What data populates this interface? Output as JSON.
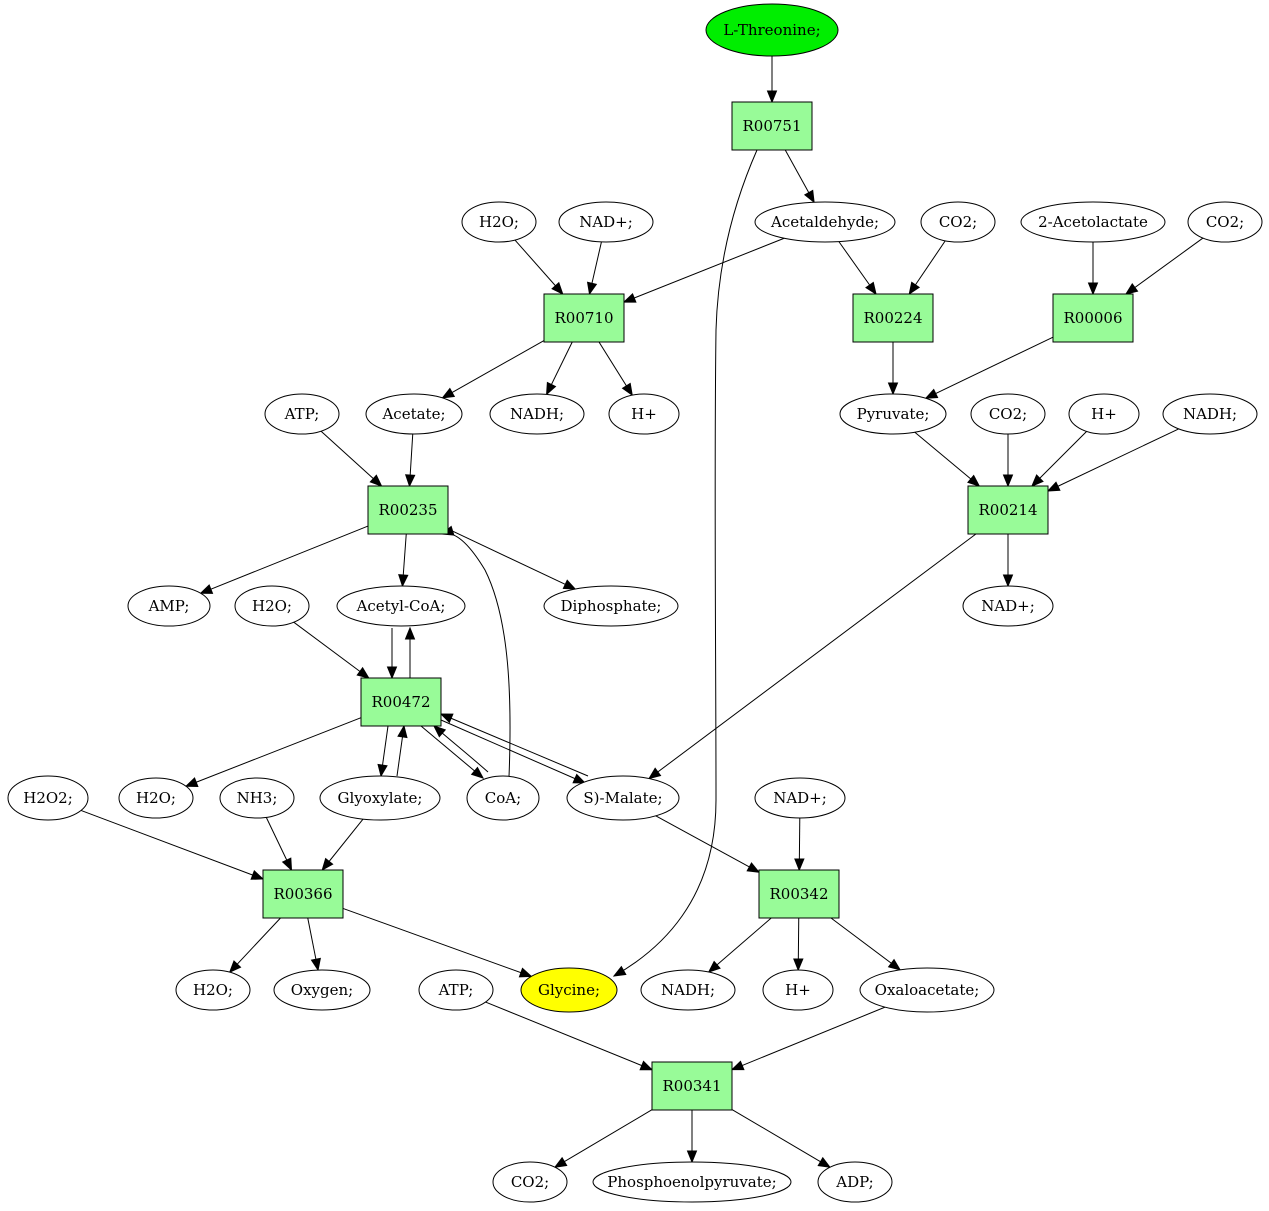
{
  "diagram": {
    "colors": {
      "start_fill": "#00ee00",
      "reaction_fill": "#98fb98",
      "target_fill": "#ffff00",
      "compound_fill": "#ffffff",
      "stroke": "#000000"
    },
    "nodes": [
      {
        "id": "thr",
        "label": "L-Threonine;",
        "kind": "start"
      },
      {
        "id": "r751",
        "label": "R00751",
        "kind": "reaction"
      },
      {
        "id": "h2o_a",
        "label": "H2O;",
        "kind": "compound"
      },
      {
        "id": "nadp_a",
        "label": "NAD+;",
        "kind": "compound"
      },
      {
        "id": "acald",
        "label": "Acetaldehyde;",
        "kind": "compound"
      },
      {
        "id": "co2_a",
        "label": "CO2;",
        "kind": "compound"
      },
      {
        "id": "aclac",
        "label": "2-Acetolactate",
        "kind": "compound"
      },
      {
        "id": "co2_b",
        "label": "CO2;",
        "kind": "compound"
      },
      {
        "id": "r710",
        "label": "R00710",
        "kind": "reaction"
      },
      {
        "id": "r224",
        "label": "R00224",
        "kind": "reaction"
      },
      {
        "id": "r006",
        "label": "R00006",
        "kind": "reaction"
      },
      {
        "id": "atp_a",
        "label": "ATP;",
        "kind": "compound"
      },
      {
        "id": "acet",
        "label": "Acetate;",
        "kind": "compound"
      },
      {
        "id": "nadh_a",
        "label": "NADH;",
        "kind": "compound"
      },
      {
        "id": "hp_a",
        "label": "H+",
        "kind": "compound"
      },
      {
        "id": "pyr",
        "label": "Pyruvate;",
        "kind": "compound"
      },
      {
        "id": "co2_c",
        "label": "CO2;",
        "kind": "compound"
      },
      {
        "id": "hp_b",
        "label": "H+",
        "kind": "compound"
      },
      {
        "id": "nadh_b",
        "label": "NADH;",
        "kind": "compound"
      },
      {
        "id": "r235",
        "label": "R00235",
        "kind": "reaction"
      },
      {
        "id": "r214",
        "label": "R00214",
        "kind": "reaction"
      },
      {
        "id": "amp",
        "label": "AMP;",
        "kind": "compound"
      },
      {
        "id": "h2o_b",
        "label": "H2O;",
        "kind": "compound"
      },
      {
        "id": "acoa",
        "label": "Acetyl-CoA;",
        "kind": "compound"
      },
      {
        "id": "ppi",
        "label": "Diphosphate;",
        "kind": "compound"
      },
      {
        "id": "nadp_b",
        "label": "NAD+;",
        "kind": "compound"
      },
      {
        "id": "r472",
        "label": "R00472",
        "kind": "reaction"
      },
      {
        "id": "h2o2",
        "label": "H2O2;",
        "kind": "compound"
      },
      {
        "id": "h2o_c",
        "label": "H2O;",
        "kind": "compound"
      },
      {
        "id": "nh3",
        "label": "NH3;",
        "kind": "compound"
      },
      {
        "id": "glyox",
        "label": "Glyoxylate;",
        "kind": "compound"
      },
      {
        "id": "coa",
        "label": "CoA;",
        "kind": "compound"
      },
      {
        "id": "mal",
        "label": "S)-Malate;",
        "kind": "compound"
      },
      {
        "id": "nadp_c",
        "label": "NAD+;",
        "kind": "compound"
      },
      {
        "id": "r366",
        "label": "R00366",
        "kind": "reaction"
      },
      {
        "id": "r342",
        "label": "R00342",
        "kind": "reaction"
      },
      {
        "id": "h2o_d",
        "label": "H2O;",
        "kind": "compound"
      },
      {
        "id": "oxy",
        "label": "Oxygen;",
        "kind": "compound"
      },
      {
        "id": "atp_b",
        "label": "ATP;",
        "kind": "compound"
      },
      {
        "id": "gly",
        "label": "Glycine;",
        "kind": "target"
      },
      {
        "id": "nadh_c",
        "label": "NADH;",
        "kind": "compound"
      },
      {
        "id": "hp_c",
        "label": "H+",
        "kind": "compound"
      },
      {
        "id": "oaa",
        "label": "Oxaloacetate;",
        "kind": "compound"
      },
      {
        "id": "r341",
        "label": "R00341",
        "kind": "reaction"
      },
      {
        "id": "co2_d",
        "label": "CO2;",
        "kind": "compound"
      },
      {
        "id": "pep",
        "label": "Phosphoenolpyruvate;",
        "kind": "compound"
      },
      {
        "id": "adp",
        "label": "ADP;",
        "kind": "compound"
      }
    ],
    "edges": [
      {
        "from": "thr",
        "to": "r751"
      },
      {
        "from": "r751",
        "to": "acald"
      },
      {
        "from": "r751",
        "to": "gly"
      },
      {
        "from": "h2o_a",
        "to": "r710"
      },
      {
        "from": "nadp_a",
        "to": "r710"
      },
      {
        "from": "acald",
        "to": "r710"
      },
      {
        "from": "acald",
        "to": "r224"
      },
      {
        "from": "co2_a",
        "to": "r224"
      },
      {
        "from": "aclac",
        "to": "r006"
      },
      {
        "from": "co2_b",
        "to": "r006"
      },
      {
        "from": "r710",
        "to": "acet"
      },
      {
        "from": "r710",
        "to": "nadh_a"
      },
      {
        "from": "r710",
        "to": "hp_a"
      },
      {
        "from": "r224",
        "to": "pyr"
      },
      {
        "from": "r006",
        "to": "pyr"
      },
      {
        "from": "atp_a",
        "to": "r235"
      },
      {
        "from": "acet",
        "to": "r235"
      },
      {
        "from": "pyr",
        "to": "r214"
      },
      {
        "from": "co2_c",
        "to": "r214"
      },
      {
        "from": "hp_b",
        "to": "r214"
      },
      {
        "from": "nadh_b",
        "to": "r214"
      },
      {
        "from": "r235",
        "to": "amp"
      },
      {
        "from": "r235",
        "to": "acoa"
      },
      {
        "from": "r235",
        "to": "ppi"
      },
      {
        "from": "coa",
        "to": "r235"
      },
      {
        "from": "r214",
        "to": "nadp_b"
      },
      {
        "from": "r214",
        "to": "mal"
      },
      {
        "from": "h2o_b",
        "to": "r472"
      },
      {
        "from": "acoa",
        "to": "r472"
      },
      {
        "from": "r472",
        "to": "acoa"
      },
      {
        "from": "r472",
        "to": "h2o_c"
      },
      {
        "from": "r472",
        "to": "glyox"
      },
      {
        "from": "glyox",
        "to": "r472"
      },
      {
        "from": "r472",
        "to": "coa"
      },
      {
        "from": "coa",
        "to": "r472"
      },
      {
        "from": "r472",
        "to": "mal"
      },
      {
        "from": "mal",
        "to": "r472"
      },
      {
        "from": "h2o2",
        "to": "r366"
      },
      {
        "from": "nh3",
        "to": "r366"
      },
      {
        "from": "glyox",
        "to": "r366"
      },
      {
        "from": "mal",
        "to": "r342"
      },
      {
        "from": "nadp_c",
        "to": "r342"
      },
      {
        "from": "r366",
        "to": "h2o_d"
      },
      {
        "from": "r366",
        "to": "oxy"
      },
      {
        "from": "r366",
        "to": "gly"
      },
      {
        "from": "r342",
        "to": "nadh_c"
      },
      {
        "from": "r342",
        "to": "hp_c"
      },
      {
        "from": "r342",
        "to": "oaa"
      },
      {
        "from": "atp_b",
        "to": "r341"
      },
      {
        "from": "oaa",
        "to": "r341"
      },
      {
        "from": "r341",
        "to": "co2_d"
      },
      {
        "from": "r341",
        "to": "pep"
      },
      {
        "from": "r341",
        "to": "adp"
      }
    ]
  }
}
